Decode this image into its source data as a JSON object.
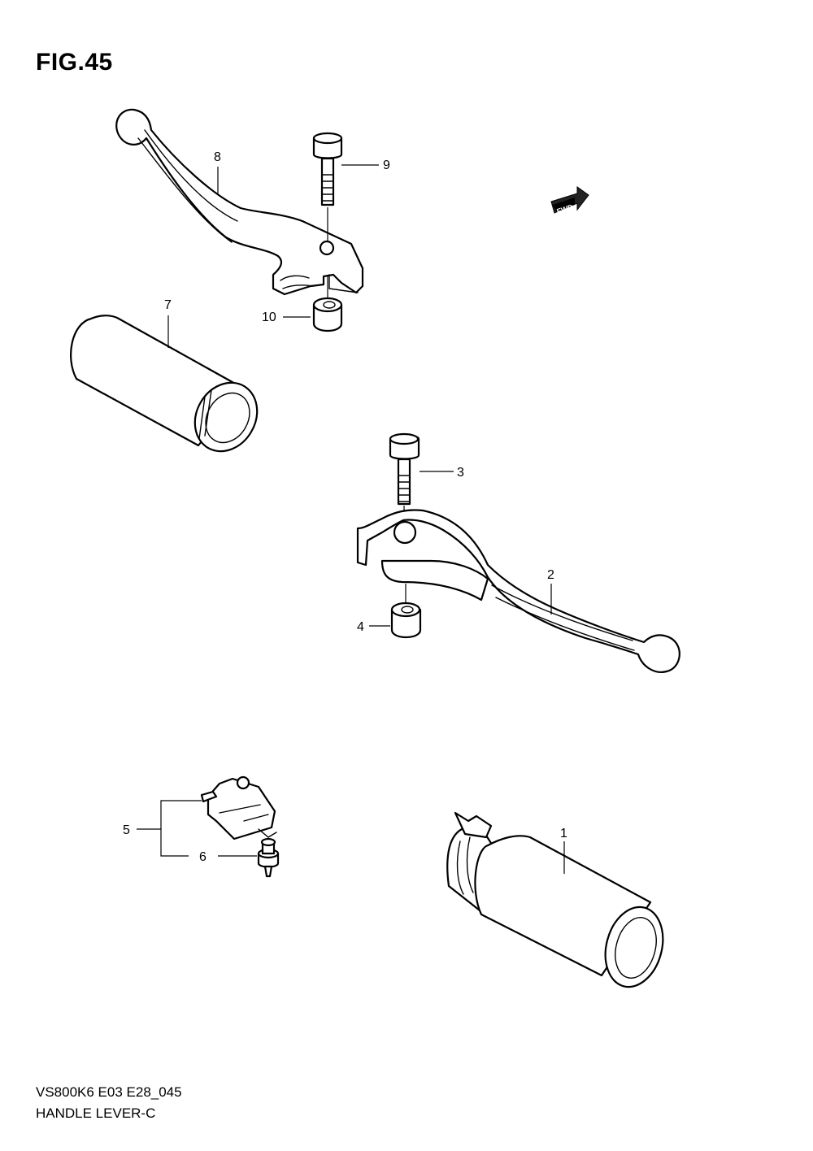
{
  "figure": {
    "title": "FIG.45",
    "code": "VS800K6 E03 E28_045",
    "name": "HANDLE LEVER-C"
  },
  "direction_marker": {
    "label": "FWD"
  },
  "callouts": {
    "c1": "1",
    "c2": "2",
    "c3": "3",
    "c4": "4",
    "c5": "5",
    "c6": "6",
    "c7": "7",
    "c8": "8",
    "c9": "9",
    "c10": "10"
  }
}
